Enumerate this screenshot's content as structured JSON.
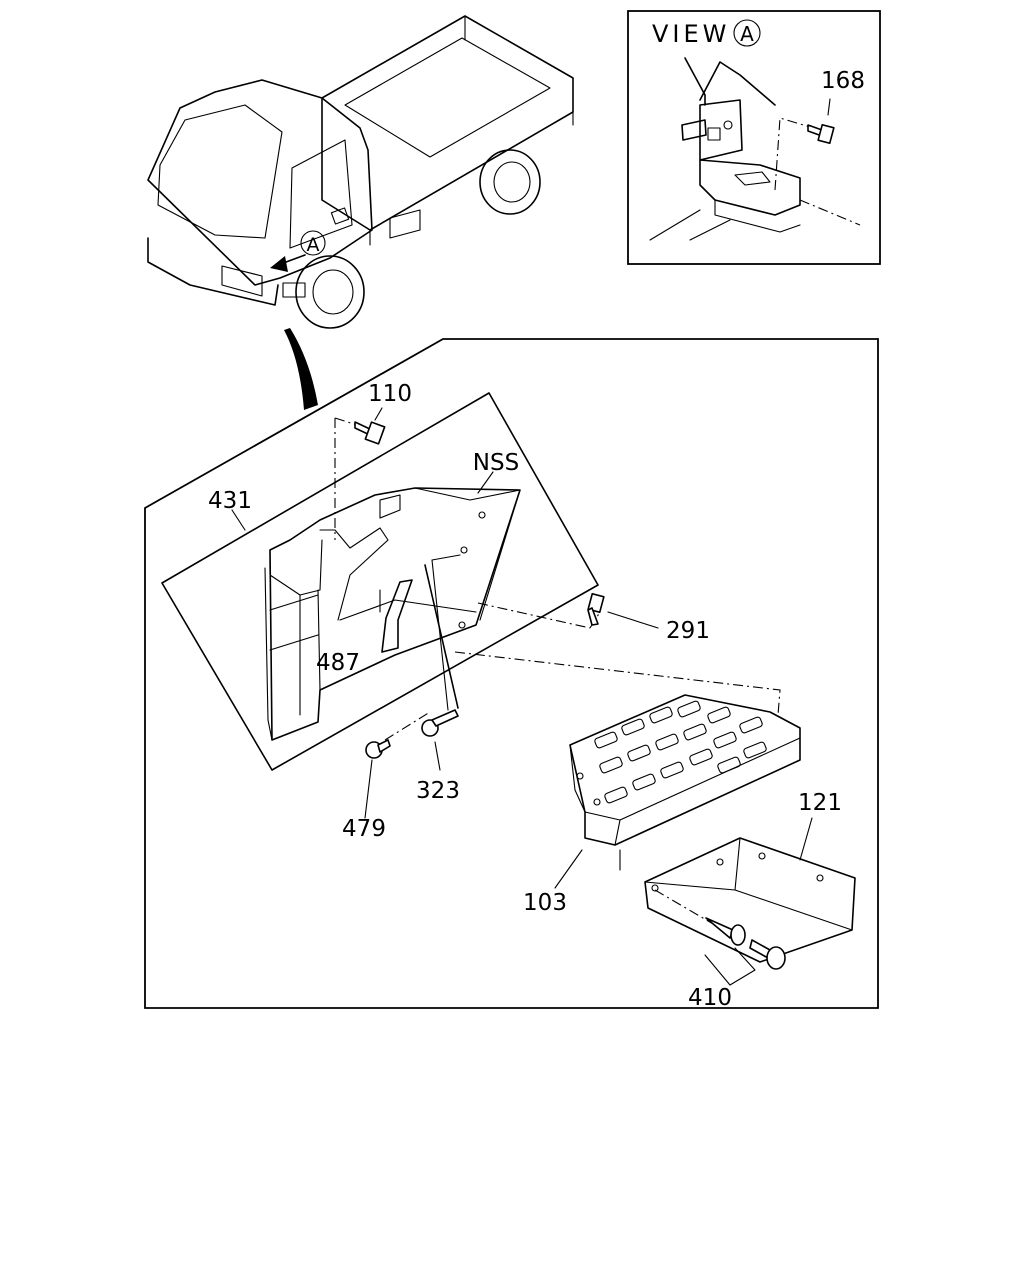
{
  "view_title": "VIEW",
  "view_marker": "A",
  "truck_marker": "A",
  "callouts": {
    "nss": "NSS",
    "p110": "110",
    "p431": "431",
    "p487": "487",
    "p291": "291",
    "p323": "323",
    "p479": "479",
    "p103": "103",
    "p121": "121",
    "p410": "410",
    "p168": "168"
  }
}
